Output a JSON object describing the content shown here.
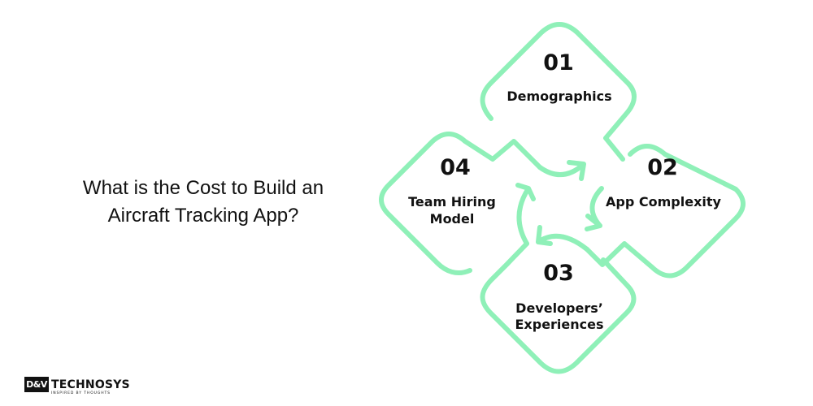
{
  "title": {
    "line1": "What is the Cost to Build an",
    "line2": "Aircraft Tracking App?"
  },
  "accent_color": "#8ff0b8",
  "steps": [
    {
      "number": "01",
      "label": "Demographics"
    },
    {
      "number": "02",
      "label": "App Complexity"
    },
    {
      "number": "03",
      "label_line1": "Developers’",
      "label_line2": "Experiences"
    },
    {
      "number": "04",
      "label_line1": "Team Hiring",
      "label_line2": "Model"
    }
  ],
  "logo": {
    "mark": "D&V",
    "word": "TECHNOSYS",
    "tagline": "INSPIRED BY THOUGHTS"
  }
}
